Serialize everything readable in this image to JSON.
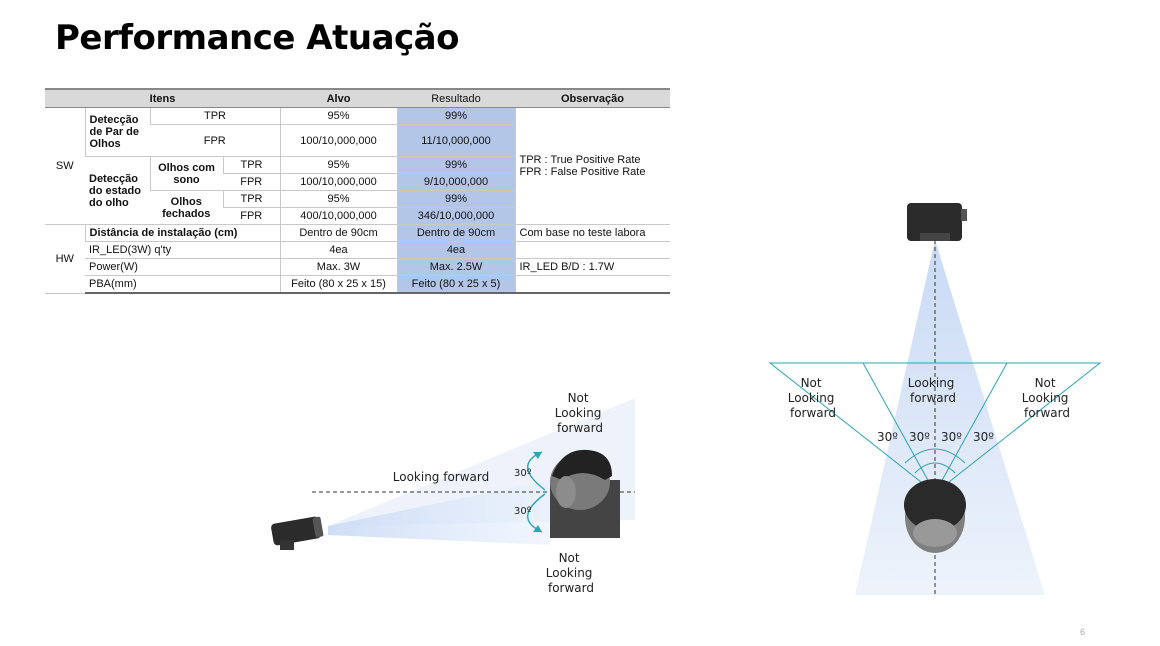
{
  "title": "Performance Atuação",
  "page_number": "6",
  "table": {
    "headers": {
      "itens": "Itens",
      "alvo": "Alvo",
      "resultado": "Resultado",
      "observacao": "Observação"
    },
    "sw_label": "SW",
    "hw_label": "HW",
    "eye_pair_label": "Detecção de Par de Olhos",
    "eye_state_label": "Detecção do estado do olho",
    "sleepy_label": "Olhos com sono",
    "closed_label": "Olhos fechados",
    "tpr": "TPR",
    "fpr": "FPR",
    "rows": {
      "pair_tpr": {
        "alvo": "95%",
        "resultado": "99%"
      },
      "pair_fpr": {
        "alvo": "100/10,000,000",
        "resultado": "11/10,000,000"
      },
      "sleepy_tpr": {
        "alvo": "95%",
        "resultado": "99%"
      },
      "sleepy_fpr": {
        "alvo": "100/10,000,000",
        "resultado": "9/10,000,000"
      },
      "closed_tpr": {
        "alvo": "95%",
        "resultado": "99%"
      },
      "closed_fpr": {
        "alvo": "400/10,000,000",
        "resultado": "346/10,000,000"
      }
    },
    "sw_observacao_1": "TPR : True Positive Rate",
    "sw_observacao_2": "FPR : False Positive Rate",
    "hw_rows": [
      {
        "item": "Distância de instalação (cm)",
        "alvo": "Dentro de 90cm",
        "resultado": "Dentro de  90cm",
        "observacao": "Com base no teste labora"
      },
      {
        "item": "IR_LED(3W) q'ty",
        "alvo": "4ea",
        "resultado": "4ea",
        "observacao": ""
      },
      {
        "item": "Power(W)",
        "alvo": "Max. 3W",
        "resultado": "Max. 2.5W",
        "observacao": "IR_LED B/D : 1.7W"
      },
      {
        "item": "PBA(mm)",
        "alvo": "Feito (80 x 25 x 15)",
        "resultado": "Feito (80 x 25 x 5)",
        "observacao": ""
      }
    ]
  },
  "side_diagram": {
    "not_looking_top": [
      "Not",
      "Looking",
      "forward"
    ],
    "looking_forward": "Looking forward",
    "angle_top": "30º",
    "angle_bottom": "30º",
    "not_looking_bottom": [
      "Not",
      "Looking",
      "forward"
    ]
  },
  "top_diagram": {
    "not_looking_left": [
      "Not",
      "Looking",
      "forward"
    ],
    "looking_center": [
      "Looking",
      "forward"
    ],
    "not_looking_right": [
      "Not",
      "Looking",
      "forward"
    ],
    "angles": [
      "30º",
      "30º",
      "30º",
      "30º"
    ]
  },
  "colors": {
    "result_highlight": "#b4c6e7",
    "diagram_line": "#2aa5b8",
    "beam": "#c9daf5"
  }
}
